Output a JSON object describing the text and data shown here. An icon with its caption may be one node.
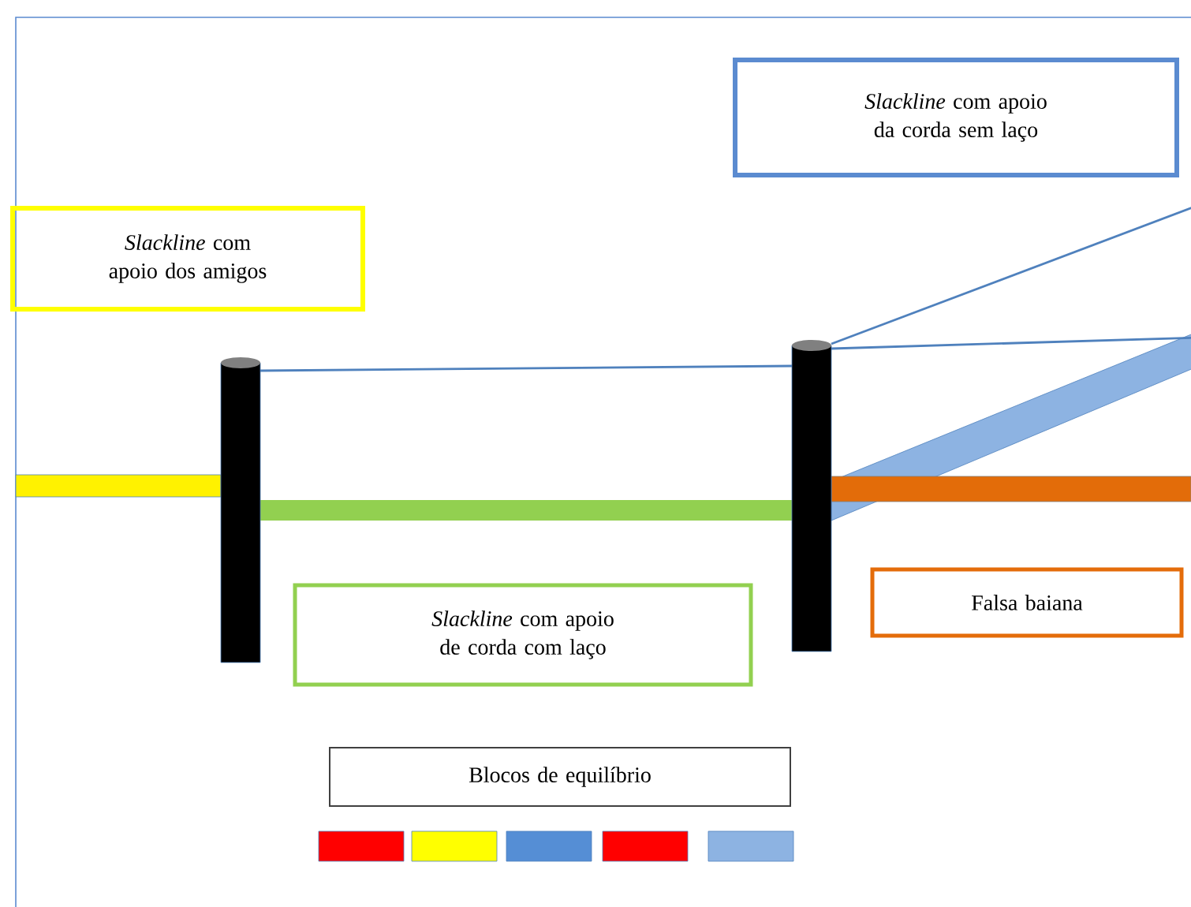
{
  "diagram": {
    "nodes": [
      {
        "text": [
          "*Slackline* com apoio dos amigos"
        ]
      },
      {
        "text": [
          "*Slackline* com apoio da corda sem laço"
        ]
      },
      {
        "text": [
          "*Slackline* com apoio de corda com laço"
        ]
      },
      {
        "text": [
          "Falsa baiana"
        ]
      },
      {
        "text": [
          "Blocos de equilíbrio"
        ]
      }
    ]
  }
}
